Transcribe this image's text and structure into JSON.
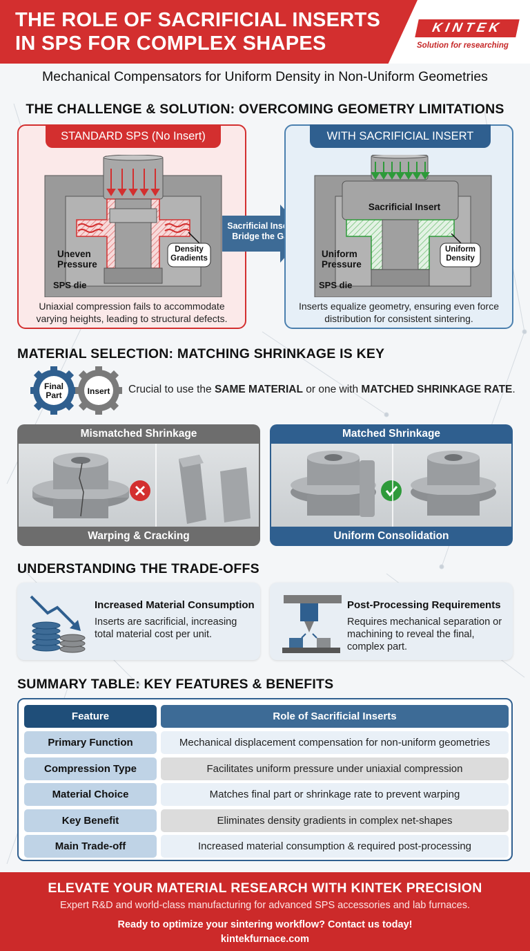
{
  "header": {
    "title_line1": "THE ROLE OF SACRIFICIAL INSERTS",
    "title_line2": "IN SPS FOR COMPLEX SHAPES",
    "logo": "KINTEK",
    "logo_tagline": "Solution for researching"
  },
  "subtitle": "Mechanical Compensators for Uniform Density in Non-Uniform Geometries",
  "challenge": {
    "title": "THE CHALLENGE & SOLUTION: OVERCOMING GEOMETRY LIMITATIONS",
    "left": {
      "heading": "STANDARD SPS (No Insert)",
      "label_pressure": "Uneven Pressure",
      "label_gradient": "Density Gradients",
      "label_die": "SPS die",
      "caption": "Uniaxial compression fails to accommodate varying heights, leading to structural defects."
    },
    "arrow_text": "Sacrificial Inserts Bridge the Gap",
    "right": {
      "heading": "WITH SACRIFICIAL INSERT",
      "label_insert": "Sacrificial Insert",
      "label_pressure": "Uniform Pressure",
      "label_density": "Uniform Density",
      "label_die": "SPS die",
      "caption": "Inserts equalize geometry, ensuring even force distribution for consistent sintering."
    }
  },
  "material": {
    "title": "MATERIAL SELECTION: MATCHING SHRINKAGE IS KEY",
    "gear1": "Final Part",
    "gear2": "Insert",
    "text_pre": "Crucial to use the ",
    "text_b1": "SAME MATERIAL",
    "text_mid": " or one with ",
    "text_b2": "MATCHED SHRINKAGE RATE",
    "text_post": ".",
    "mismatch_head": "Mismatched Shrinkage",
    "mismatch_foot": "Warping & Cracking",
    "match_head": "Matched Shrinkage",
    "match_foot": "Uniform Consolidation"
  },
  "tradeoffs": {
    "title": "UNDERSTANDING THE TRADE-OFFS",
    "left_title": "Increased Material Consumption",
    "left_text": "Inserts are sacrificial, increasing total material cost per unit.",
    "right_title": "Post-Processing Requirements",
    "right_text": "Requires mechanical separation or machining to reveal the final, complex part."
  },
  "table": {
    "title": "SUMMARY TABLE: KEY FEATURES & BENEFITS",
    "col1": "Feature",
    "col2": "Role of Sacrificial Inserts",
    "rows": [
      {
        "feature": "Primary Function",
        "role": "Mechanical displacement compensation for non-uniform geometries"
      },
      {
        "feature": "Compression Type",
        "role": "Facilitates uniform pressure under uniaxial compression"
      },
      {
        "feature": "Material Choice",
        "role": "Matches final part or shrinkage rate to prevent warping"
      },
      {
        "feature": "Key Benefit",
        "role": "Eliminates density gradients in complex net-shapes"
      },
      {
        "feature": "Main Trade-off",
        "role": "Increased material consumption & required post-processing"
      }
    ]
  },
  "footer": {
    "title": "ELEVATE YOUR MATERIAL RESEARCH WITH KINTEK PRECISION",
    "sub": "Expert R&D and world-class manufacturing for advanced SPS accessories and lab furnaces.",
    "cta": "Ready to optimize your sintering workflow? Contact us today!",
    "url": "kintekfurnace.com"
  },
  "colors": {
    "brand_red": "#d32f2f",
    "brand_blue": "#2f5f8f",
    "dark_blue": "#1f4e79"
  }
}
